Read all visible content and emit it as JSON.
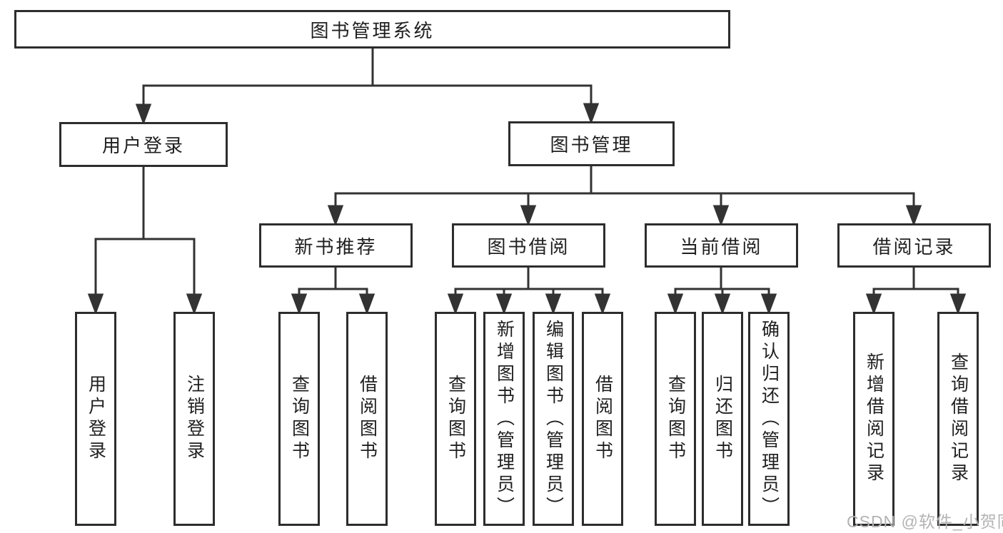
{
  "diagram_title": "图书管理系统",
  "nodes": {
    "root": {
      "label": "图书管理系统"
    },
    "level2": [
      {
        "label": "用户登录"
      },
      {
        "label": "图书管理"
      }
    ],
    "level3": [
      {
        "label": "新书推荐",
        "parent": "图书管理"
      },
      {
        "label": "图书借阅",
        "parent": "图书管理"
      },
      {
        "label": "当前借阅",
        "parent": "图书管理"
      },
      {
        "label": "借阅记录",
        "parent": "图书管理"
      }
    ],
    "leaves": [
      {
        "label": "用户登录",
        "parent": "用户登录"
      },
      {
        "label": "注销登录",
        "parent": "用户登录"
      },
      {
        "label": "查询图书",
        "parent": "新书推荐"
      },
      {
        "label": "借阅图书",
        "parent": "新书推荐"
      },
      {
        "label": "查询图书",
        "parent": "图书借阅"
      },
      {
        "label": "新增图书（管理员）",
        "parent": "图书借阅"
      },
      {
        "label": "编辑图书（管理员）",
        "parent": "图书借阅"
      },
      {
        "label": "借阅图书",
        "parent": "图书借阅"
      },
      {
        "label": "查询图书",
        "parent": "当前借阅"
      },
      {
        "label": "归还图书",
        "parent": "当前借阅"
      },
      {
        "label": "确认归还（管理员）",
        "parent": "当前借阅"
      },
      {
        "label": "新增借阅记录",
        "parent": "借阅记录"
      },
      {
        "label": "查询借阅记录",
        "parent": "借阅记录"
      }
    ]
  },
  "watermark": "CSDN @软件_小贺同学",
  "colors": {
    "background": "#ffffff",
    "line": "#333333",
    "box_border": "#2d2d2d",
    "text": "#1f1f1f",
    "watermark": "#b3b3b3"
  }
}
